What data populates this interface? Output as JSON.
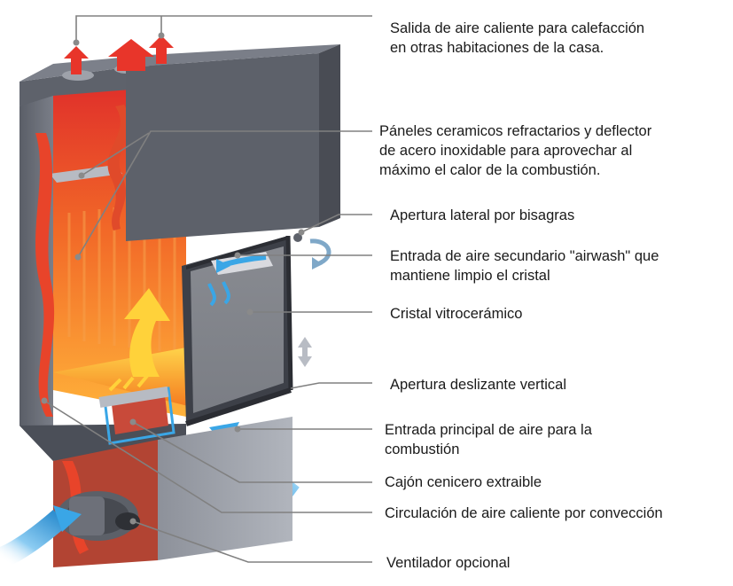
{
  "labels": [
    {
      "lines": [
        "Salida de aire caliente para calefacción",
        "en otras habitaciones de la casa."
      ]
    },
    {
      "lines": [
        "Páneles ceramicos refractarios y deflector",
        "de acero inoxidable para aprovechar al",
        "máximo el calor de la combustión."
      ]
    },
    {
      "lines": [
        "Apertura lateral por bisagras"
      ]
    },
    {
      "lines": [
        "Entrada de aire secundario \"airwash\" que",
        "mantiene limpio el cristal"
      ]
    },
    {
      "lines": [
        "Cristal vitrocerámico"
      ]
    },
    {
      "lines": [
        "Apertura deslizante vertical"
      ]
    },
    {
      "lines": [
        "Entrada principal de aire para la",
        "combustión"
      ]
    },
    {
      "lines": [
        "Cajón cenicero extraible"
      ]
    },
    {
      "lines": [
        "Circulación de aire caliente por convección"
      ]
    },
    {
      "lines": [
        "Ventilador opcional"
      ]
    }
  ],
  "colors": {
    "body_dark": "#4a4d55",
    "body_mid": "#6b6f78",
    "body_light": "#9a9ea6",
    "fire_red": "#c8202a",
    "fire_orange": "#f47a1f",
    "fire_yellow": "#ffd23a",
    "air_blue": "#3aa6e6",
    "callout_line": "#777777"
  }
}
